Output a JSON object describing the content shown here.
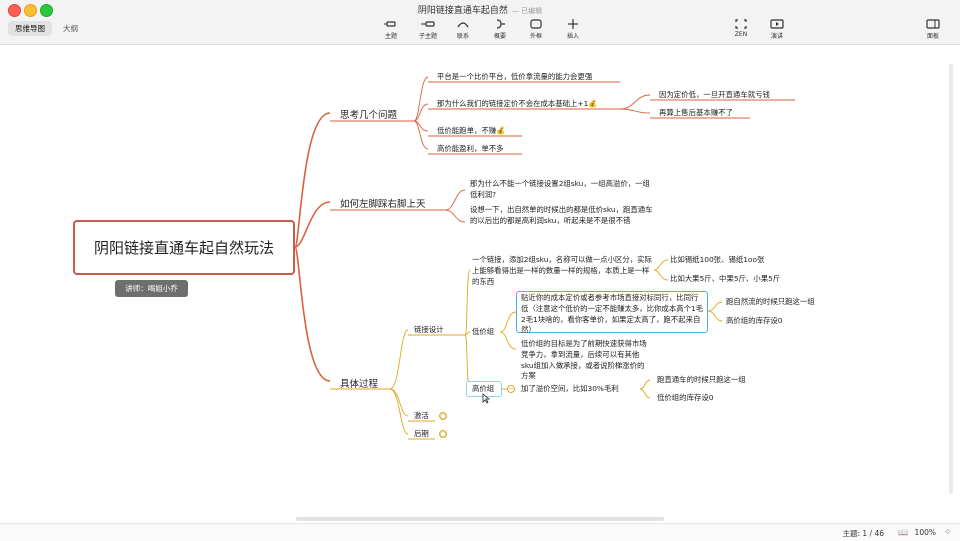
{
  "window": {
    "title": "阴阳链接直通车起自然",
    "edited": "— 已编辑"
  },
  "view_tabs": [
    "思维导图",
    "大纲"
  ],
  "toolbar": {
    "topic": "主题",
    "subtopic": "子主题",
    "relation": "联系",
    "summary": "概要",
    "boundary": "外框",
    "insert": "插入",
    "zen": "ZEN",
    "present": "演讲",
    "panel": "面板"
  },
  "map": {
    "root": "阴阳链接直通车起自然玩法",
    "lecturer": "讲师：喝姐小乔",
    "b1": {
      "label": "思考几个问题",
      "c1": "平台是一个比价平台，低价拿流量的能力会更强",
      "c2": "那为什么我们的链接定价不会在成本基础上+1",
      "c2_children": [
        "因为定价低，一旦开直通车就亏钱",
        "再算上售后基本赚不了"
      ],
      "c3": "低价能跑单，不赚",
      "c4": "高价能盈利，单不多"
    },
    "b2": {
      "label": "如何左脚踩右脚上天",
      "c1": "那为什么不能一个链接设置2组sku，一组高溢价，一组低利润?",
      "c2": "设想一下，出自然单的时候出的都是低价sku，跑直通车的以后出的都是高利润sku，听起来是不是很不错"
    },
    "b3": {
      "label": "具体过程",
      "link_design": {
        "label": "链接设计",
        "intro": "一个链接，添加2组sku，名称可以做一点小区分，实际上能够看得出是一样的数量一样的规格，本质上是一样的东西",
        "examples": [
          "比如锡纸100张、锡纸1oo张",
          "比如大果5斤、中果5斤、小果5斤"
        ],
        "low": {
          "label": "低价组",
          "note1": "贴近你的成本定价或者参考市场直接对标同行，比同行低（注意这个低价的一定不能赚太多，比你成本高个1毛2毛1块啥的，看你客单价，如果定太高了，跑不起来自然）",
          "note1_children": [
            "跑自然流的时候只跑这一组",
            "高价组的库存设0"
          ],
          "note2": "低价组的目标是为了前期快速获得市场竞争力，拿到流量，后续可以有其他sku组加入做承接，或者说阶梯涨价的方案"
        },
        "high": {
          "label": "高价组",
          "note": "加了溢价空间，比如30%毛利",
          "note_children": [
            "跑直通车的时候只跑这一组",
            "低价组的库存设0"
          ]
        }
      },
      "activate": "激活",
      "later": "后期"
    }
  },
  "status": {
    "topics": "主题: 1 / 46",
    "zoom": "100%"
  },
  "colors": {
    "branch": "#d8623f",
    "root_border": "#cc5a4e",
    "child_line": "#e0a81e",
    "highlight": "#46b3d6"
  },
  "icons": {
    "moneybag": "moneybag-icon",
    "cursor": "cursor-icon"
  }
}
